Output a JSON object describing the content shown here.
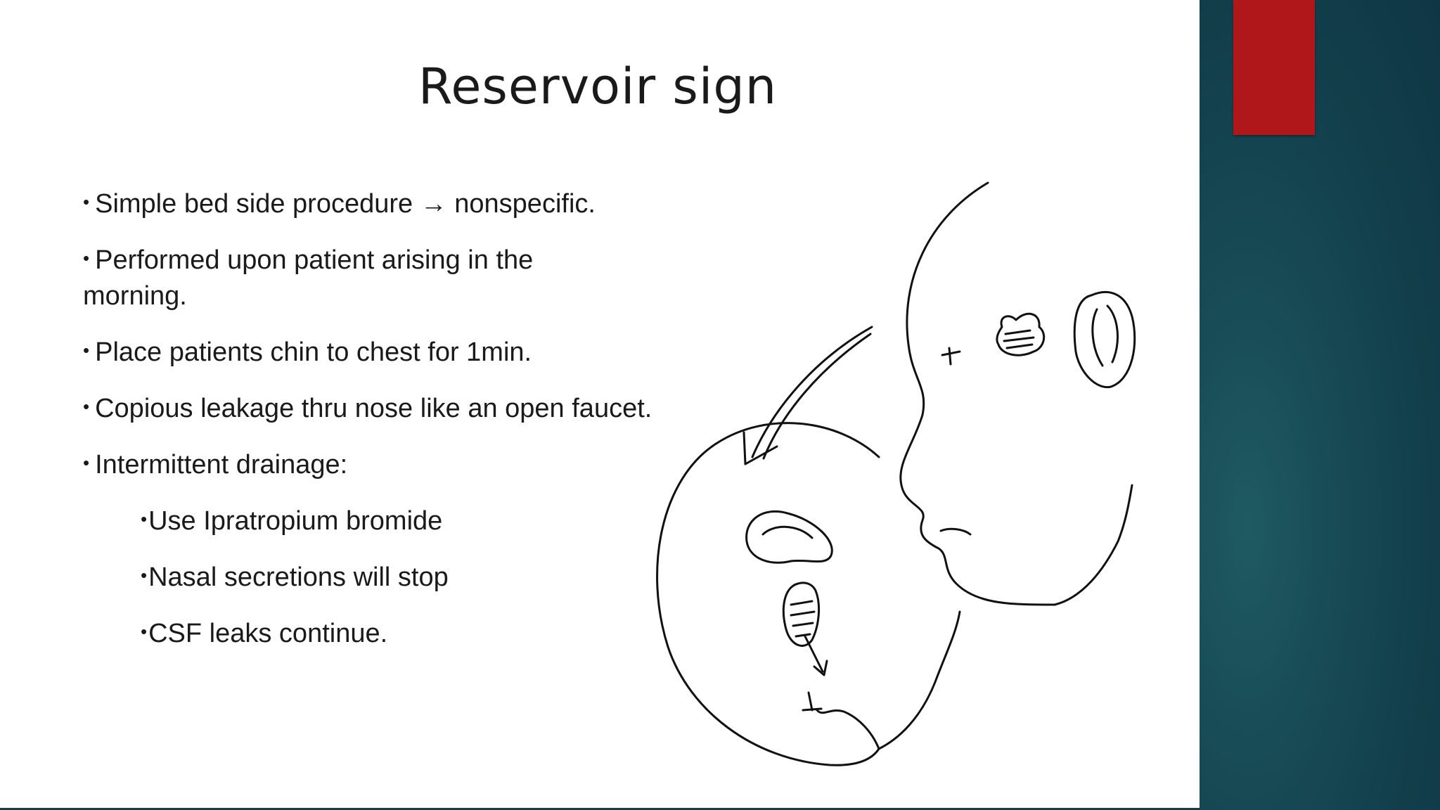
{
  "slide": {
    "title": "Reservoir sign",
    "bullet_marker": "•",
    "bullets": [
      {
        "text": "Simple bed side procedure → nonspecific."
      },
      {
        "text": "Performed upon patient arising in the morning."
      },
      {
        "text": "Place patients chin to chest for 1min."
      },
      {
        "text": "Copious leakage thru nose like an open faucet."
      },
      {
        "text": "Intermittent drainage:"
      }
    ],
    "sub_bullets": [
      {
        "text": "Use Ipratropium bromide"
      },
      {
        "text": "Nasal secretions will stop"
      },
      {
        "text": "CSF leaks continue."
      }
    ]
  },
  "illustration": {
    "icon": "head-tilt-illustration"
  },
  "colors": {
    "panel": "#123f4b",
    "accent": "#b0171a",
    "text": "#1a1a1a"
  }
}
